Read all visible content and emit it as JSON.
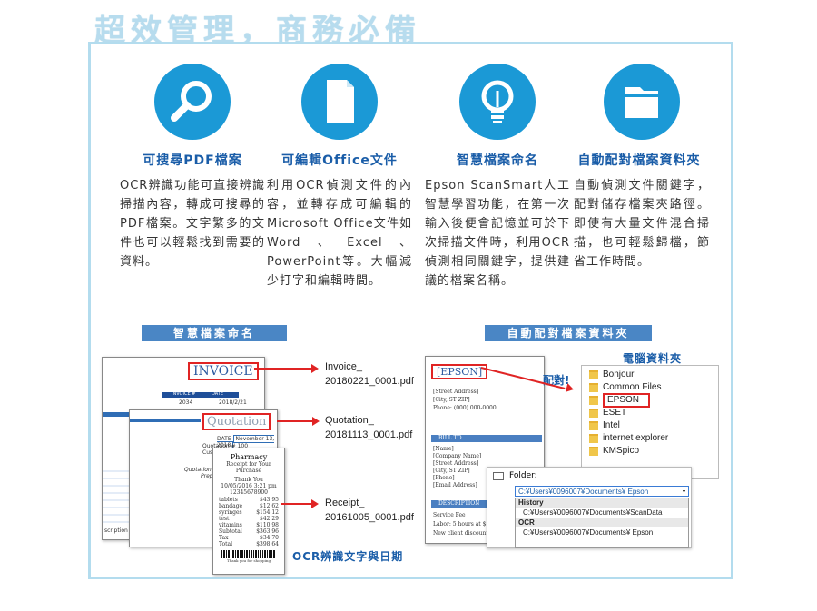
{
  "banner": {
    "title": "超效管理，商務必備"
  },
  "features": [
    {
      "icon": "search-icon",
      "title": "可搜尋PDF檔案",
      "body": "OCR辨識功能可直接辨識掃描內容，轉成可搜尋的PDF檔案。文字繁多的文件也可以輕鬆找到需要的資料。"
    },
    {
      "icon": "document-icon",
      "title": "可編輯Office文件",
      "body": "利用OCR偵測文件的內容，並轉存成可編輯的Microsoft Office文件如Word、Excel、PowerPoint等。大幅減少打字和編輯時間。"
    },
    {
      "icon": "lightbulb-icon",
      "title": "智慧檔案命名",
      "body": "Epson ScanSmart人工智慧學習功能，在第一次輸入後便會記憶並可於下次掃描文件時，利用OCR偵測相同關鍵字，提供建議的檔案名稱。"
    },
    {
      "icon": "folder-icon",
      "title": "自動配對檔案資料夾",
      "body": "自動偵測文件關鍵字，配對儲存檔案夾路徑。即使有大量文件混合掃描，也可輕鬆歸檔，節省工作時間。"
    }
  ],
  "left_section": {
    "bar": "智慧檔案命名",
    "invoice_heading": "INVOICE",
    "invoice_header_left": "INVOICE #",
    "invoice_header_right": "DATE",
    "invoice_num": "2034",
    "invoice_date": "2018/2/21",
    "description_label": "scription",
    "quotation_heading": "Quotation",
    "quotation_date_label": "DATE",
    "quotation_date_value": "November 13, 2018",
    "quotation_num_label": "Quotation #",
    "quotation_num_value": "100",
    "quotation_customer": "Custon",
    "quotation_valid": "Quotation valic",
    "quotation_prepared": "Prepar",
    "receipt_title": "Pharmacy",
    "receipt_subtitle": "Receipt for Your Purchase",
    "receipt_thanks": "Thank You",
    "receipt_datetime": "10/05/2016 3:21 pm",
    "receipt_id": "12345678900",
    "receipt_items": [
      {
        "name": "tablets",
        "price": "$43.95"
      },
      {
        "name": "bandage",
        "price": "$12.62"
      },
      {
        "name": "syringes",
        "price": "$154.12"
      },
      {
        "name": "test",
        "price": "$42.29"
      },
      {
        "name": "vitamins",
        "price": "$110.98"
      },
      {
        "name": "Subtotal",
        "price": "$363.96"
      }
    ],
    "receipt_tax_label": "Tax",
    "receipt_tax": "$34.70",
    "receipt_total_label": "Total",
    "receipt_total": "$398.64",
    "receipt_footer": "Thank you for shopping",
    "file_invoice": [
      "Invoice_",
      "20180221_0001.pdf"
    ],
    "file_quotation": [
      "Quotation_",
      "20181113_0001.pdf"
    ],
    "file_receipt": [
      "Receipt_",
      "20161005_0001.pdf"
    ],
    "ocr_caption": "OCR辨識文字與日期"
  },
  "right_section": {
    "bar": "自動配對檔案資料夾",
    "epson_label": "[EPSON]",
    "address_lines": [
      "[Street Address]",
      "[City, ST  ZIP]",
      "Phone: (000) 000-0000"
    ],
    "bill_to": "BILL TO",
    "bill_lines": [
      "[Name]",
      "[Company Name]",
      "[Street Address]",
      "[City, ST  ZIP]",
      "[Phone]",
      "[Email Address]"
    ],
    "description": "DESCRIPTION",
    "desc_lines": [
      "Service Fee",
      "Labor: 5 hours at $75/hr",
      "New client discount"
    ],
    "match_label": "配對!",
    "pc_folder_label": "電腦資料夾",
    "folders": [
      "Bonjour",
      "Common Files",
      "EPSON",
      "ESET",
      "Intel",
      "internet explorer",
      "KMSpico"
    ],
    "folder_field_label": "Folder:",
    "folder_path": "C:¥Users¥0096007¥Documents¥ Epson",
    "history_label": "History",
    "history_path": "C:¥Users¥0096007¥Documents¥ScanData",
    "ocr_label": "OCR",
    "ocr_path": "C:¥Users¥0096007¥Documents¥ Epson"
  },
  "colors": {
    "accent": "#1b99d6",
    "title_blue": "#1a5da8",
    "bar_blue": "#4a86c5",
    "frame": "#b3dcee",
    "highlight_red": "#e02424"
  }
}
